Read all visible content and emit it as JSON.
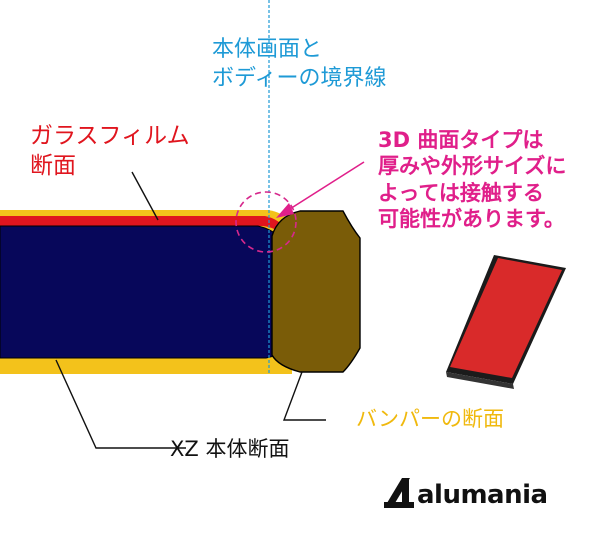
{
  "labels": {
    "boundary": "本体画面と\nボディーの境界線",
    "glass_film": "ガラスフィルム\n断面",
    "note": "3D 曲面タイプは\n厚みや外形サイズに\nよっては接触する\n可能性があります。",
    "bumper": "バンパーの断面",
    "body": "XZ 本体断面"
  },
  "logo": {
    "text": "alumania"
  },
  "colors": {
    "body_fill": "#07075a",
    "glass_film": "#e0151e",
    "outer_shell": "#f3c21b",
    "bumper": "#7a5c08",
    "boundary_line": "#1e9ad6",
    "note_text": "#e01f8a",
    "dashed_circle": "#d6288c",
    "phone_red": "#d92a2a"
  }
}
